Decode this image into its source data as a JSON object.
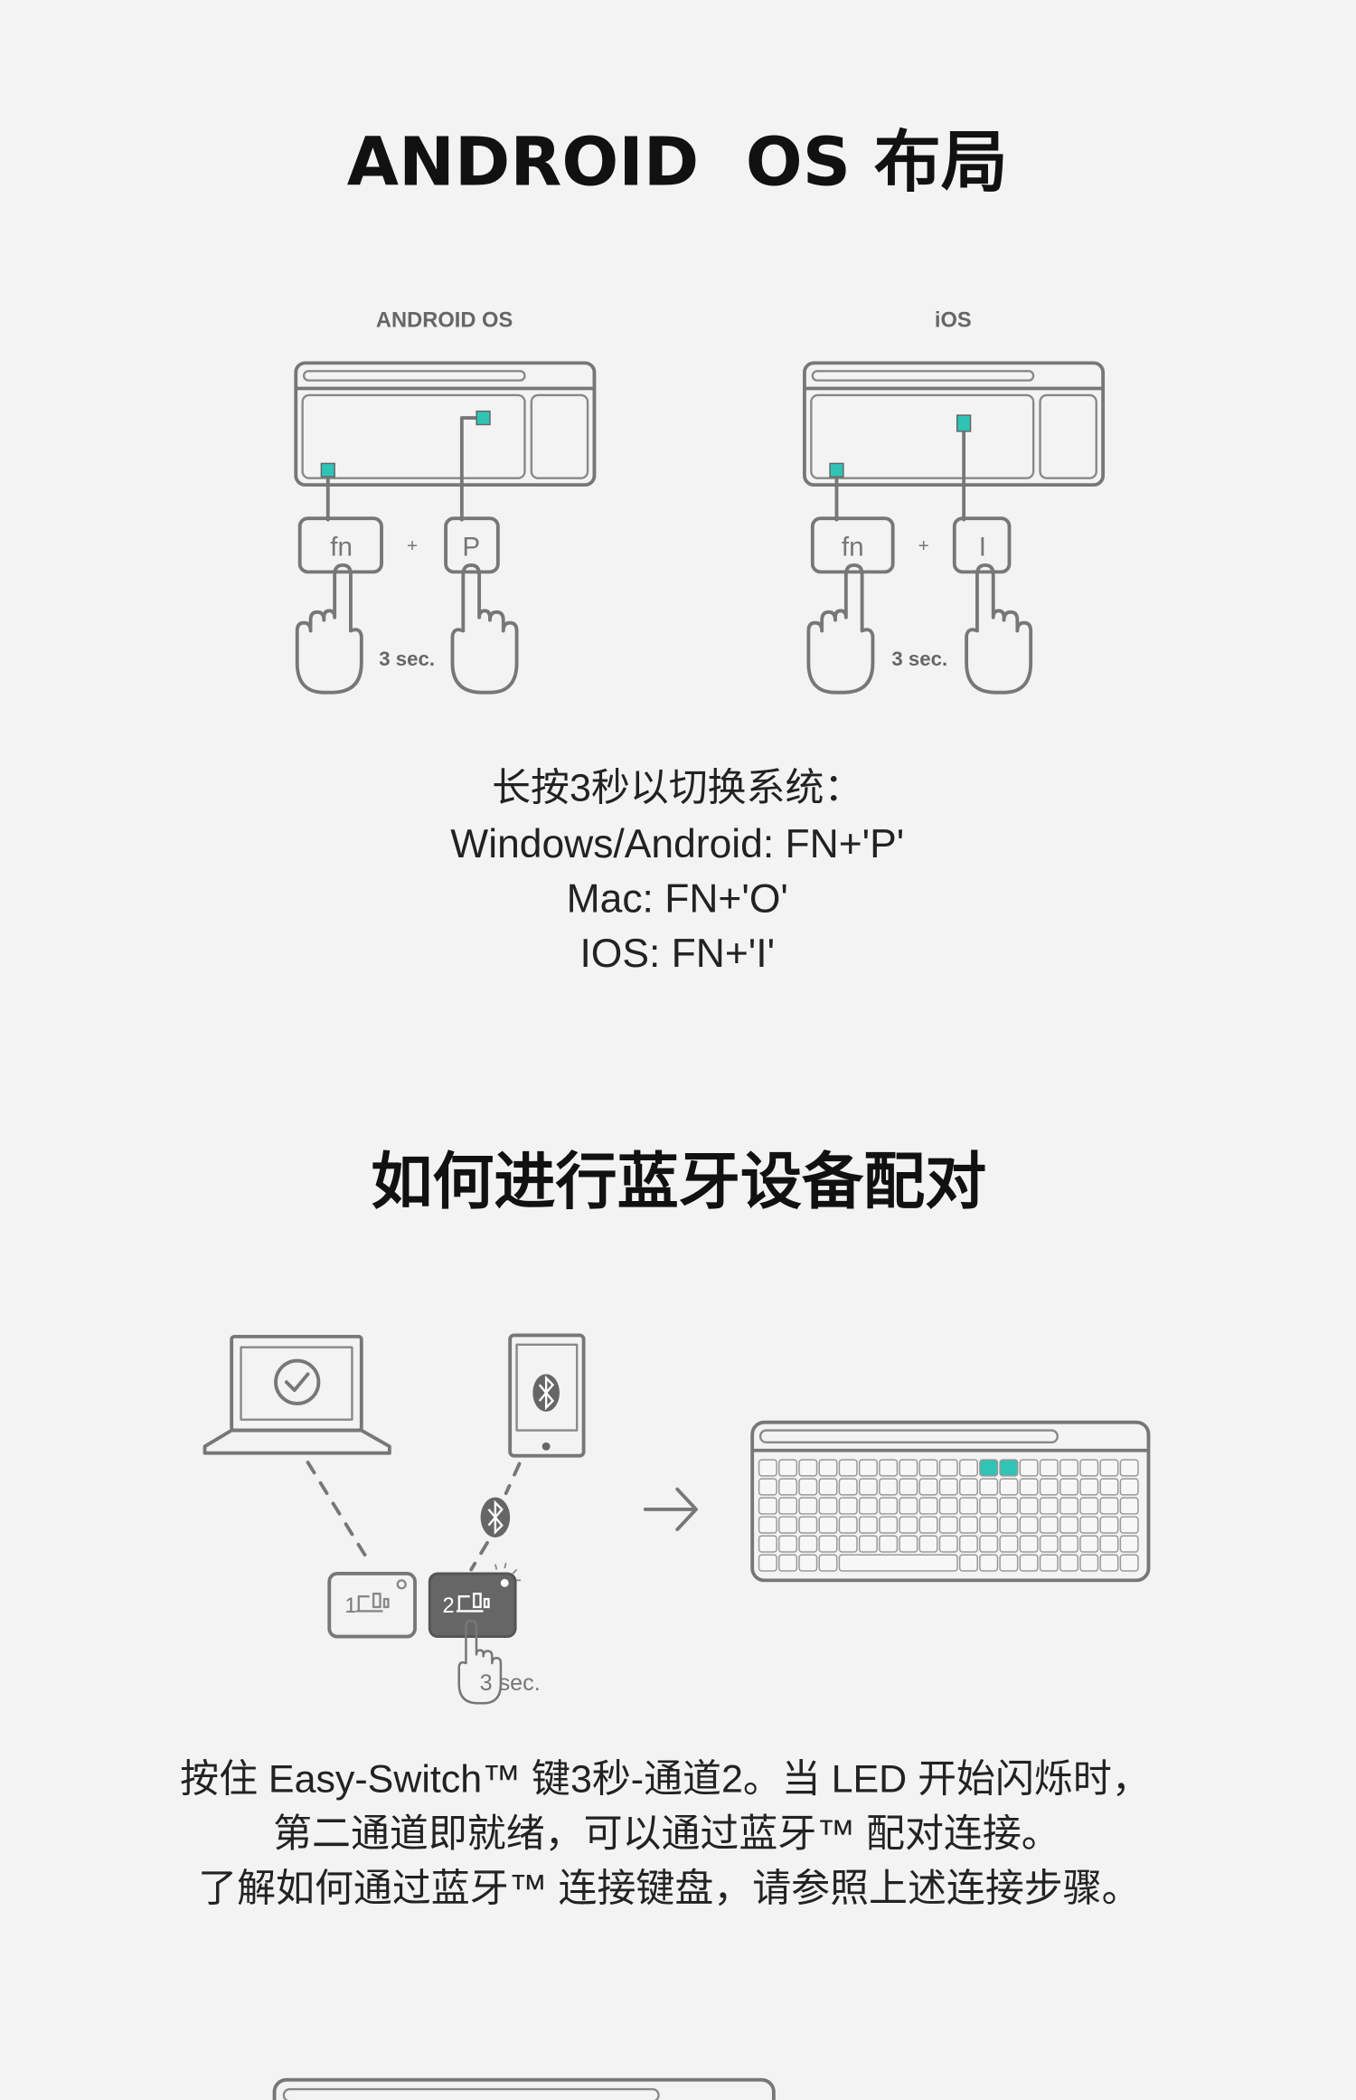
{
  "section1": {
    "title": "ANDROID  OS 布局",
    "diagrams": [
      {
        "label": "ANDROID OS",
        "key1": "fn",
        "plus": "+",
        "key2": "P",
        "hold": "3 sec."
      },
      {
        "label": "iOS",
        "key1": "fn",
        "plus": "+",
        "key2": "I",
        "hold": "3 sec."
      }
    ],
    "instructions": [
      "长按3秒以切换系统：",
      "Windows/Android: FN+'P'",
      "Mac: FN+'O'",
      "IOS: FN+'I'"
    ]
  },
  "section2": {
    "title": "如何进行蓝牙设备配对",
    "channel1": "1",
    "channel2": "2",
    "hold": "3 sec.",
    "paragraph": [
      "按住 Easy-Switch™ 键3秒-通道2。当 LED 开始闪烁时，",
      "第二通道即就绪，可以通过蓝牙™ 配对连接。",
      "了解如何通过蓝牙™ 连接键盘，请参照上述连接步骤。"
    ]
  },
  "colors": {
    "background": "#f3f3f3",
    "accent": "#2ec4b6",
    "line": "#777777"
  }
}
